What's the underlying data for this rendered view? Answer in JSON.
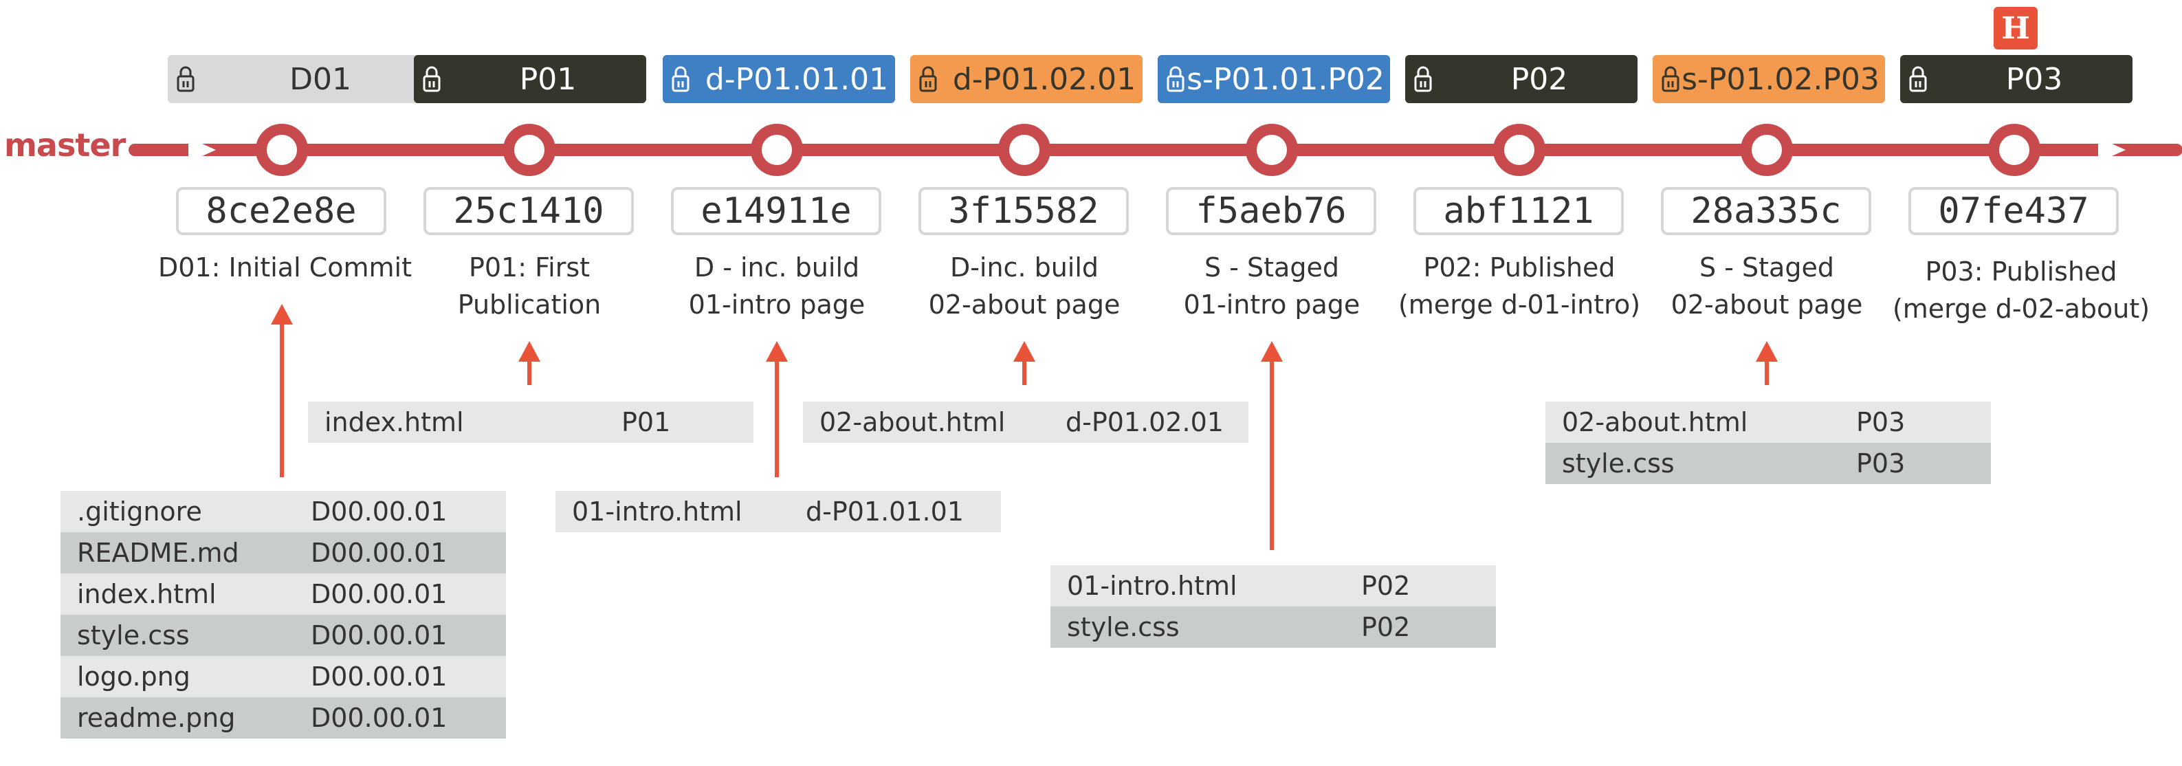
{
  "branch": {
    "name": "master"
  },
  "head": {
    "label": "H"
  },
  "colors": {
    "line": "#c94a4d",
    "arrow": "#e8533a",
    "tag_grey": "#d9d9d9",
    "tag_dark": "#35352c",
    "tag_blue": "#3f7fc4",
    "tag_orange": "#f39a4f"
  },
  "commits": [
    {
      "tag": "D01",
      "tag_style": "grey",
      "hash": "8ce2e8e",
      "caption": [
        "D01: Initial Commit"
      ]
    },
    {
      "tag": "P01",
      "tag_style": "dark",
      "hash": "25c1410",
      "caption": [
        "P01: First",
        "Publication"
      ]
    },
    {
      "tag": "d-P01.01.01",
      "tag_style": "blue",
      "hash": "e14911e",
      "caption": [
        "D - inc. build",
        "01-intro page"
      ]
    },
    {
      "tag": "d-P01.02.01",
      "tag_style": "orange",
      "hash": "3f15582",
      "caption": [
        "D-inc. build",
        "02-about page"
      ]
    },
    {
      "tag": "s-P01.01.P02",
      "tag_style": "blue",
      "hash": "f5aeb76",
      "caption": [
        "S - Staged",
        "01-intro page"
      ]
    },
    {
      "tag": "P02",
      "tag_style": "dark",
      "hash": "abf1121",
      "caption": [
        "P02: Published",
        "(merge d-01-intro)"
      ]
    },
    {
      "tag": "s-P01.02.P03",
      "tag_style": "orange",
      "hash": "28a335c",
      "caption": [
        "S - Staged",
        "02-about page"
      ]
    },
    {
      "tag": "P03",
      "tag_style": "dark",
      "hash": "07fe437",
      "caption": [
        "P03: Published",
        "(merge d-02-about)"
      ]
    }
  ],
  "file_tables": [
    {
      "commit": 0,
      "rows": [
        {
          "file": ".gitignore",
          "version": "D00.00.01"
        },
        {
          "file": "README.md",
          "version": "D00.00.01"
        },
        {
          "file": "index.html",
          "version": "D00.00.01"
        },
        {
          "file": "style.css",
          "version": "D00.00.01"
        },
        {
          "file": "logo.png",
          "version": "D00.00.01"
        },
        {
          "file": "readme.png",
          "version": "D00.00.01"
        }
      ]
    },
    {
      "commit": 1,
      "rows": [
        {
          "file": "index.html",
          "version": "P01"
        }
      ]
    },
    {
      "commit": 2,
      "rows": [
        {
          "file": "01-intro.html",
          "version": "d-P01.01.01"
        }
      ]
    },
    {
      "commit": 3,
      "rows": [
        {
          "file": "02-about.html",
          "version": "d-P01.02.01"
        }
      ]
    },
    {
      "commit": 4,
      "rows": [
        {
          "file": "01-intro.html",
          "version": "P02"
        },
        {
          "file": "style.css",
          "version": "P02"
        }
      ]
    },
    {
      "commit": 6,
      "rows": [
        {
          "file": "02-about.html",
          "version": "P03"
        },
        {
          "file": "style.css",
          "version": "P03"
        }
      ]
    }
  ]
}
